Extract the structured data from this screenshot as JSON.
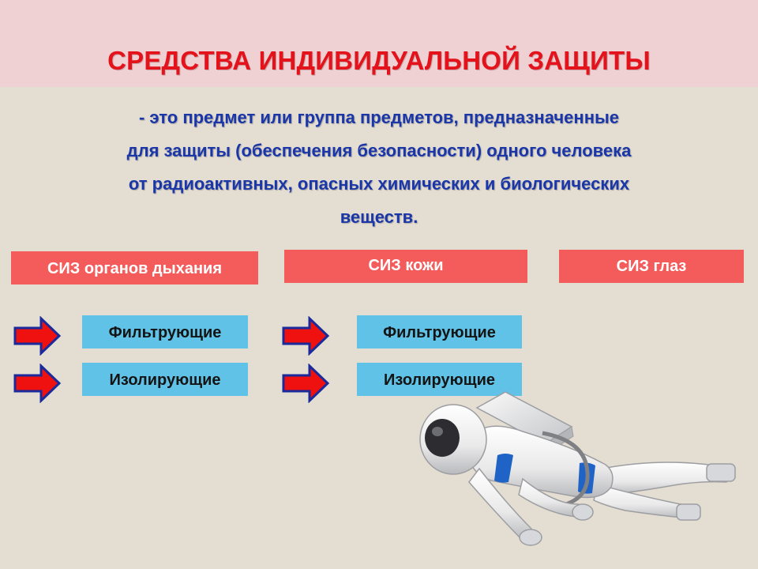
{
  "title": "СРЕДСТВА ИНДИВИДУАЛЬНОЙ ЗАЩИТЫ",
  "definition": {
    "lines": [
      "- это предмет или группа предметов, предназначенные",
      "для защиты (обеспечения безопасности) одного человека",
      "от радиоактивных, опасных химических и биологических",
      "веществ."
    ]
  },
  "categories": {
    "respiratory": "СИЗ органов дыхания",
    "skin": "СИЗ кожи",
    "eyes": "СИЗ глаз"
  },
  "respiratory_types": {
    "filtering": "Фильтрующие",
    "isolating": "Изолирующие"
  },
  "skin_types": {
    "filtering": "Фильтрующие",
    "isolating": "Изолирующие"
  },
  "icons": {
    "arrows": "arrow-right-icon",
    "illustration": "astronaut-illustration"
  },
  "colors": {
    "title": "#e3121b",
    "title_band": "#f0d1d3",
    "background": "#e3ddd2",
    "definition_text": "#1a36a8",
    "category_box": "#f45c5c",
    "type_box": "#5fc2e6",
    "arrow_fill": "#ef1010",
    "arrow_outline": "#1b2a9a"
  }
}
